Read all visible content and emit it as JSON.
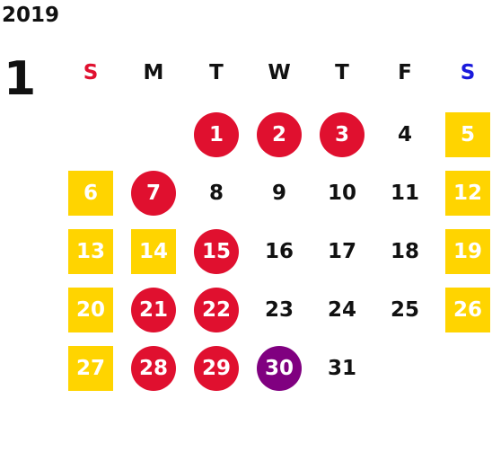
{
  "calendar": {
    "year": "2019",
    "month": "1",
    "weekdays": [
      {
        "label": "S",
        "color": "#e0102f"
      },
      {
        "label": "M",
        "color": "#111111"
      },
      {
        "label": "T",
        "color": "#111111"
      },
      {
        "label": "W",
        "color": "#111111"
      },
      {
        "label": "T",
        "color": "#111111"
      },
      {
        "label": "F",
        "color": "#111111"
      },
      {
        "label": "S",
        "color": "#1a1adc"
      }
    ],
    "days": [
      {
        "day": "1",
        "style": "red"
      },
      {
        "day": "2",
        "style": "red"
      },
      {
        "day": "3",
        "style": "red"
      },
      {
        "day": "4",
        "style": "plain"
      },
      {
        "day": "5",
        "style": "yellow"
      },
      {
        "day": "6",
        "style": "yellow"
      },
      {
        "day": "7",
        "style": "red"
      },
      {
        "day": "8",
        "style": "plain"
      },
      {
        "day": "9",
        "style": "plain"
      },
      {
        "day": "10",
        "style": "plain"
      },
      {
        "day": "11",
        "style": "plain"
      },
      {
        "day": "12",
        "style": "yellow"
      },
      {
        "day": "13",
        "style": "yellow"
      },
      {
        "day": "14",
        "style": "yellow"
      },
      {
        "day": "15",
        "style": "red"
      },
      {
        "day": "16",
        "style": "plain"
      },
      {
        "day": "17",
        "style": "plain"
      },
      {
        "day": "18",
        "style": "plain"
      },
      {
        "day": "19",
        "style": "yellow"
      },
      {
        "day": "20",
        "style": "yellow"
      },
      {
        "day": "21",
        "style": "red"
      },
      {
        "day": "22",
        "style": "red"
      },
      {
        "day": "23",
        "style": "plain"
      },
      {
        "day": "24",
        "style": "plain"
      },
      {
        "day": "25",
        "style": "plain"
      },
      {
        "day": "26",
        "style": "yellow"
      },
      {
        "day": "27",
        "style": "yellow"
      },
      {
        "day": "28",
        "style": "red"
      },
      {
        "day": "29",
        "style": "red"
      },
      {
        "day": "30",
        "style": "purple"
      },
      {
        "day": "31",
        "style": "plain"
      }
    ]
  }
}
